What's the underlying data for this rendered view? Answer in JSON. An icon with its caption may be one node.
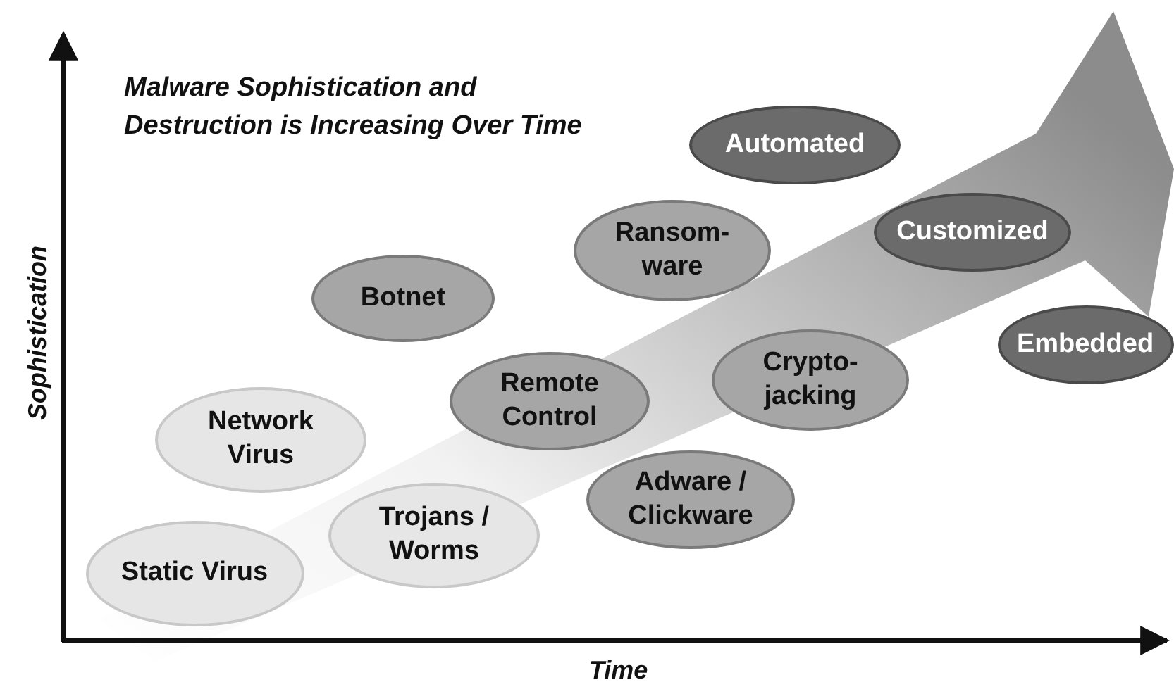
{
  "diagram": {
    "title": "Malware Sophistication and Destruction is Increasing Over Time",
    "nodes": [
      {
        "text": [
          "Static Virus"
        ]
      },
      {
        "text": [
          "Network Virus"
        ]
      },
      {
        "text": [
          "Trojans / Worms"
        ]
      },
      {
        "text": [
          "Botnet"
        ]
      },
      {
        "text": [
          "Remote Control"
        ]
      },
      {
        "text": [
          "Ransom- ware"
        ]
      },
      {
        "text": [
          "Adware / Clickware"
        ]
      },
      {
        "text": [
          "Crypto- jacking"
        ]
      },
      {
        "text": [
          "Automated"
        ]
      },
      {
        "text": [
          "Customized"
        ]
      },
      {
        "text": [
          "Embedded"
        ]
      }
    ],
    "labels": [
      "Sophistication",
      "Time"
    ]
  }
}
